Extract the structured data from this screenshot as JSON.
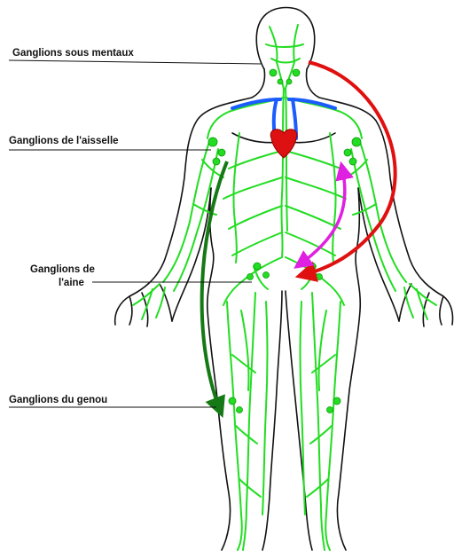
{
  "labels": {
    "chin": "Ganglions sous mentaux",
    "armpit": "Ganglions de l'aisselle",
    "groin_line1": "Ganglions de",
    "groin_line2": "l'aine",
    "knee": "Ganglions du genou"
  },
  "colors": {
    "lymph": "#22dd22",
    "lymph_dark": "#0f9a0f",
    "body_outline": "#111111",
    "vessel_blue": "#1a5cff",
    "heart": "#dd1111",
    "arrow_red": "#e01010",
    "arrow_green": "#157a15",
    "arrow_magenta": "#e020e0"
  }
}
